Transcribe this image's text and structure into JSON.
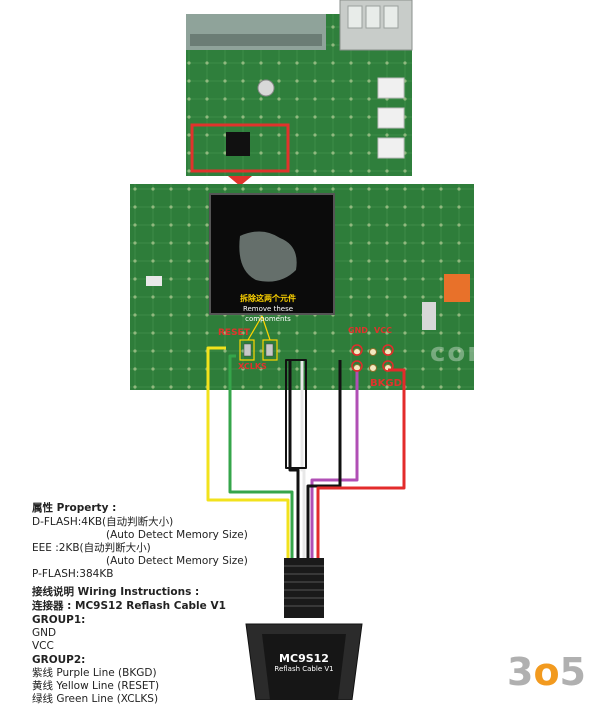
{
  "annotations": {
    "remove_cn": "拆除这两个元件",
    "remove_en": "Remove these compoments",
    "xclks": "XCLKS",
    "reset": "RESET",
    "gnd": "GND",
    "vcc": "VCC",
    "bkgd": "BKGD",
    "watermark": "com"
  },
  "connector": {
    "line1": "MC9S12",
    "line2": "Reflash Cable V1"
  },
  "instructions": {
    "property_title": "属性 Property :",
    "dflash": "D-FLASH:4KB(自动判断大小)",
    "dflash_note": "(Auto Detect Memory Size)",
    "eee": "EEE  :2KB(自动判断大小)",
    "eee_note": "(Auto Detect Memory Size)",
    "pflash": "P-FLASH:384KB",
    "wiring_title": "接线说明 Wiring Instructions :",
    "connector_label": "连接器 : MC9S12 Reflash Cable V1",
    "group1": "GROUP1:",
    "gnd": "GND",
    "vcc": "VCC",
    "group2": "GROUP2:",
    "purple": "紫线 Purple Line (BKGD)",
    "yellow": "黄线 Yellow Line (RESET)",
    "green": "绿线 Green  Line (XCLKS)"
  },
  "logo": {
    "left": "3",
    "mid": "o",
    "right": "5"
  },
  "colors": {
    "pcb_green": "#2e7d3a",
    "highlight_red": "#e0332c",
    "wire_yellow": "#f2e21c",
    "wire_green": "#35a54a",
    "wire_purple": "#b04fb5",
    "wire_red": "#e32b2b",
    "wire_white": "#eeeeee",
    "wire_black": "#111111",
    "logo_orange": "#f29a1f"
  }
}
